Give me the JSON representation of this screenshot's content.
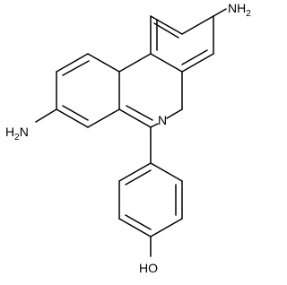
{
  "structure": {
    "labels": {
      "nh2_top": "NH",
      "nh2_top_sub": "2",
      "h2n_left": "H",
      "h2n_left_sub": "2",
      "h2n_left_n": "N",
      "ring_n": "N",
      "oh": "HO"
    }
  }
}
